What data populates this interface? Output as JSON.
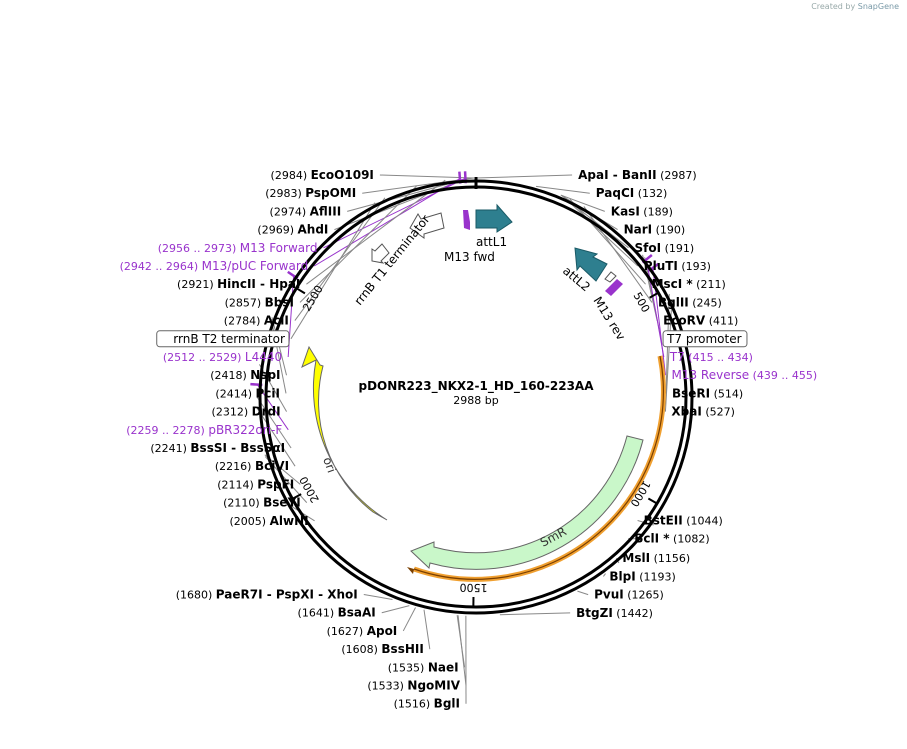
{
  "credit": {
    "created_by": "Created by",
    "brand": "SnapGene"
  },
  "plasmid": {
    "name": "pDONR223_NKX2-1_HD_160-223AA",
    "length_label": "2988 bp",
    "total_bp": 2988
  },
  "colors": {
    "enzyme": "#000000",
    "primer": "#9933cc",
    "label_line": "#888888",
    "att": "#2e7f8f",
    "ori": "#ffff00",
    "smr": "#c9f7c9",
    "smr_edge": "#5aa05a",
    "orange": "#f0a030",
    "backbone": "#000000"
  },
  "ticks": [
    {
      "bp": 500,
      "label": "500"
    },
    {
      "bp": 1000,
      "label": "1000"
    },
    {
      "bp": 1500,
      "label": "1500"
    },
    {
      "bp": 2000,
      "label": "2000"
    },
    {
      "bp": 2500,
      "label": "2500"
    }
  ],
  "enzymes": [
    {
      "name": "EcoO109I",
      "pos": "(2984)",
      "bp": 2984,
      "side": "L"
    },
    {
      "name": "PspOMI",
      "pos": "(2983)",
      "bp": 2983,
      "side": "L"
    },
    {
      "name": "AflIII",
      "pos": "(2974)",
      "bp": 2974,
      "side": "L"
    },
    {
      "name": "AhdI",
      "pos": "(2969)",
      "bp": 2969,
      "side": "L"
    },
    {
      "name": "HincII  - HpaI",
      "pos": "(2921)",
      "bp": 2921,
      "side": "L"
    },
    {
      "name": "BbsI",
      "pos": "(2857)",
      "bp": 2857,
      "side": "L"
    },
    {
      "name": "AclI",
      "pos": "(2784)",
      "bp": 2784,
      "side": "L"
    },
    {
      "name": "NspI",
      "pos": "(2418)",
      "bp": 2418,
      "side": "L"
    },
    {
      "name": "PciI",
      "pos": "(2414)",
      "bp": 2414,
      "side": "L"
    },
    {
      "name": "DrdI",
      "pos": "(2312)",
      "bp": 2312,
      "side": "L"
    },
    {
      "name": "BssSI  - BssSαI",
      "pos": "(2241)",
      "bp": 2241,
      "side": "L"
    },
    {
      "name": "BciVI",
      "pos": "(2216)",
      "bp": 2216,
      "side": "L"
    },
    {
      "name": "PspFI",
      "pos": "(2114)",
      "bp": 2114,
      "side": "L"
    },
    {
      "name": "BseYI",
      "pos": "(2110)",
      "bp": 2110,
      "side": "L"
    },
    {
      "name": "AlwNI",
      "pos": "(2005)",
      "bp": 2005,
      "side": "L"
    },
    {
      "name": "PaeR7I  - PspXI  - XhoI",
      "pos": "(1680)",
      "bp": 1680,
      "side": "L"
    },
    {
      "name": "BsaAI",
      "pos": "(1641)",
      "bp": 1641,
      "side": "L"
    },
    {
      "name": "ApoI",
      "pos": "(1627)",
      "bp": 1627,
      "side": "L"
    },
    {
      "name": "BssHII",
      "pos": "(1608)",
      "bp": 1608,
      "side": "L"
    },
    {
      "name": "NaeI",
      "pos": "(1535)",
      "bp": 1535,
      "side": "L"
    },
    {
      "name": "NgoMIV",
      "pos": "(1533)",
      "bp": 1533,
      "side": "L"
    },
    {
      "name": "BglI",
      "pos": "(1516)",
      "bp": 1516,
      "side": "L"
    },
    {
      "name": "ApaI  - BanII",
      "pos": "(2987)",
      "bp": 2987,
      "side": "R"
    },
    {
      "name": "PaqCI",
      "pos": "(132)",
      "bp": 132,
      "side": "R"
    },
    {
      "name": "KasI",
      "pos": "(189)",
      "bp": 189,
      "side": "R"
    },
    {
      "name": "NarI",
      "pos": "(190)",
      "bp": 190,
      "side": "R"
    },
    {
      "name": "SfoI",
      "pos": "(191)",
      "bp": 191,
      "side": "R"
    },
    {
      "name": "PluTI",
      "pos": "(193)",
      "bp": 193,
      "side": "R"
    },
    {
      "name": "MscI *",
      "pos": "(211)",
      "bp": 211,
      "side": "R"
    },
    {
      "name": "BglII",
      "pos": "(245)",
      "bp": 245,
      "side": "R"
    },
    {
      "name": "EcoRV",
      "pos": "(411)",
      "bp": 411,
      "side": "R"
    },
    {
      "name": "BseRI",
      "pos": "(514)",
      "bp": 514,
      "side": "R"
    },
    {
      "name": "XbaI",
      "pos": "(527)",
      "bp": 527,
      "side": "R"
    },
    {
      "name": "BstEII",
      "pos": "(1044)",
      "bp": 1044,
      "side": "R"
    },
    {
      "name": "BclI *",
      "pos": "(1082)",
      "bp": 1082,
      "side": "R"
    },
    {
      "name": "MslI",
      "pos": "(1156)",
      "bp": 1156,
      "side": "R"
    },
    {
      "name": "BlpI",
      "pos": "(1193)",
      "bp": 1193,
      "side": "R"
    },
    {
      "name": "PvuI",
      "pos": "(1265)",
      "bp": 1265,
      "side": "R"
    },
    {
      "name": "BtgZI",
      "pos": "(1442)",
      "bp": 1442,
      "side": "R"
    }
  ],
  "primers": [
    {
      "name": "M13 Forward",
      "range": "(2956 .. 2973)",
      "bp": 2965,
      "side": "L"
    },
    {
      "name": "M13/pUC Forward",
      "range": "(2942 .. 2964)",
      "bp": 2953,
      "side": "L"
    },
    {
      "name": "L4440",
      "range": "(2512 .. 2529)",
      "bp": 2520,
      "side": "L"
    },
    {
      "name": "pBR322ori-F",
      "range": "(2259 .. 2278)",
      "bp": 2268,
      "side": "L"
    },
    {
      "name": "T7",
      "range": "(415 .. 434)",
      "bp": 424,
      "side": "R"
    },
    {
      "name": "M13 Reverse",
      "range": "(439 .. 455)",
      "bp": 447,
      "side": "R"
    }
  ],
  "boxed": [
    {
      "name": "rrnB T2 terminator",
      "bp": 2760,
      "side": "L"
    },
    {
      "name": "T7 promoter",
      "bp": 418,
      "side": "R"
    }
  ],
  "features": [
    {
      "name": "ori",
      "kind": "ori"
    },
    {
      "name": "SmR",
      "kind": "cds"
    },
    {
      "name": "attL1",
      "kind": "att"
    },
    {
      "name": "attL2",
      "kind": "att"
    },
    {
      "name": "M13 fwd",
      "kind": "primer"
    },
    {
      "name": "M13 rev",
      "kind": "primer"
    },
    {
      "name": "rrnB T1 terminator",
      "kind": "terminator"
    }
  ]
}
